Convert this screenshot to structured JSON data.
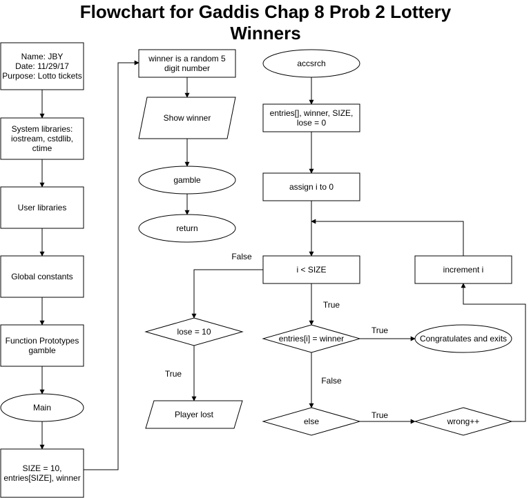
{
  "title_line1": "Flowchart for Gaddis Chap 8 Prob 2 Lottery",
  "title_line2": "Winners",
  "nodes": {
    "header_info": [
      "Name: JBY",
      "Date: 11/29/17",
      "Purpose: Lotto tickets"
    ],
    "system_libraries": [
      "System libraries:",
      "iostream, cstdlib,",
      "ctime"
    ],
    "user_libraries": [
      "User libraries"
    ],
    "global_constants": [
      "Global constants"
    ],
    "function_prototypes": [
      "Function Prototypes",
      "gamble"
    ],
    "main": [
      "Main"
    ],
    "size_decl": [
      "SIZE = 10,",
      "entries[SIZE], winner"
    ],
    "winner_random": [
      "winner is a random 5",
      "digit number"
    ],
    "show_winner": [
      "Show winner"
    ],
    "gamble": [
      "gamble"
    ],
    "return": [
      "return"
    ],
    "accsrch": [
      "accsrch"
    ],
    "params": [
      "entries[], winner, SIZE,",
      "lose = 0"
    ],
    "assign_i": [
      "assign i to 0"
    ],
    "i_less_size": [
      "i < SIZE"
    ],
    "increment_i": [
      "increment i"
    ],
    "lose_check": [
      "lose = 10"
    ],
    "entries_check": [
      "entries[i] = winner"
    ],
    "congratulates": [
      "Congratulates and exits"
    ],
    "player_lost": [
      "Player lost"
    ],
    "else_node": [
      "else"
    ],
    "wrong_inc": [
      "wrong++"
    ]
  },
  "edge_labels": {
    "false_i_size": "False",
    "true_i_size": "True",
    "true_entries": "True",
    "false_entries": "False",
    "true_lose": "True",
    "true_else": "True"
  },
  "colors": {
    "stroke": "#000000",
    "fill": "#ffffff",
    "text": "#000000"
  }
}
